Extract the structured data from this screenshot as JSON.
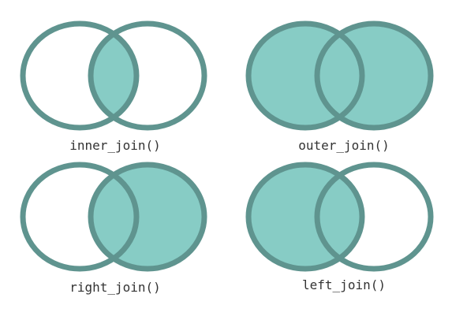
{
  "colors": {
    "stroke": "#5f948f",
    "fill": "#87ccc5",
    "background": "#ffffff",
    "text": "#333333"
  },
  "diagrams": [
    {
      "label": "inner_join()",
      "shaded": "intersection"
    },
    {
      "label": "outer_join()",
      "shaded": "union"
    },
    {
      "label": "right_join()",
      "shaded": "right"
    },
    {
      "label": "left_join()",
      "shaded": "left"
    }
  ]
}
